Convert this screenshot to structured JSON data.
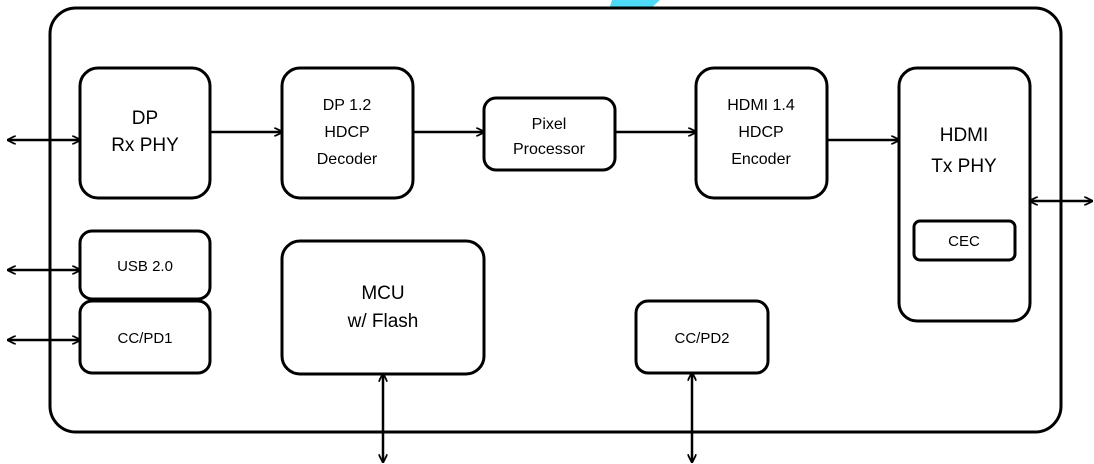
{
  "watermark": {
    "color": "#2fd3f5"
  },
  "blocks": {
    "dp_rx_phy": {
      "line1": "DP",
      "line2": "Rx PHY"
    },
    "dp_decoder": {
      "line1": "DP 1.2",
      "line2": "HDCP",
      "line3": "Decoder"
    },
    "pixel_processor": {
      "line1": "Pixel",
      "line2": "Processor"
    },
    "hdmi_encoder": {
      "line1": "HDMI 1.4",
      "line2": "HDCP",
      "line3": "Encoder"
    },
    "hdmi_tx_phy": {
      "line1": "HDMI",
      "line2": "Tx PHY"
    },
    "cec": {
      "label": "CEC"
    },
    "usb": {
      "label": "USB 2.0"
    },
    "ccpd1": {
      "label": "CC/PD1"
    },
    "mcu": {
      "line1": "MCU",
      "line2": "w/ Flash"
    },
    "ccpd2": {
      "label": "CC/PD2"
    }
  },
  "colors": {
    "stroke": "#000000",
    "fill": "#ffffff"
  }
}
